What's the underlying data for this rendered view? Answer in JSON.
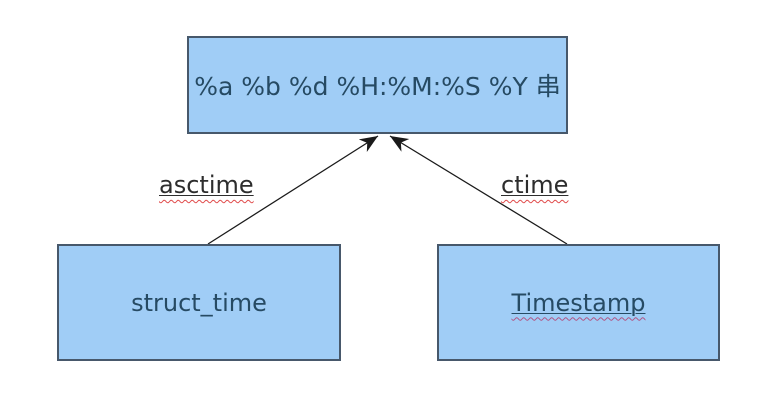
{
  "colors": {
    "background": "#ffffff",
    "box_fill": "#a0cdf6",
    "box_border": "#47586b",
    "box_text_color": "#264a63",
    "label_text_color": "#2d2d2d",
    "squiggle_color": "#e04a4a",
    "squiggle_color_alt": "#b05585",
    "arrow_color": "#1a1a1a"
  },
  "diagram": {
    "nodes": [
      {
        "id": "format-string",
        "label": "%a %b %d %H:%M:%S %Y 串"
      },
      {
        "id": "struct-time",
        "label": "struct_time"
      },
      {
        "id": "timestamp",
        "label": "Timestamp"
      }
    ],
    "edges": [
      {
        "from": "struct_time",
        "to": "format-string",
        "label": "asctime"
      },
      {
        "from": "Timestamp",
        "to": "format-string",
        "label": "ctime"
      }
    ]
  }
}
